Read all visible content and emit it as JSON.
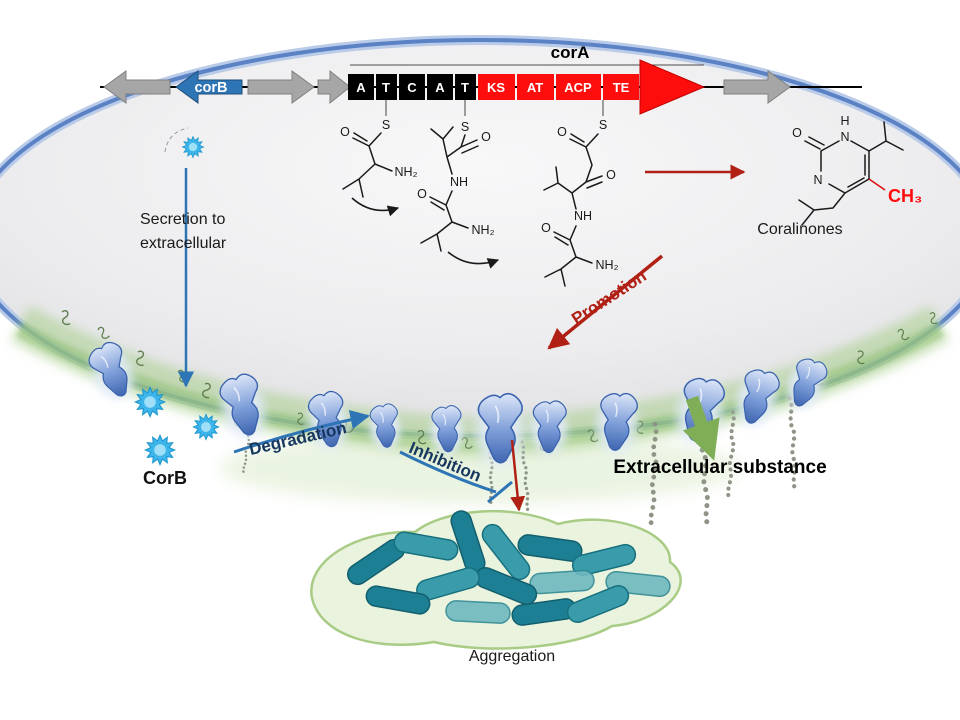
{
  "figure": {
    "gene_cluster": {
      "corA_label": "corA",
      "corB_label": "corB",
      "nrps_domains": [
        "A",
        "T",
        "C",
        "A",
        "T"
      ],
      "pks_domains": [
        "KS",
        "AT",
        "ACP",
        "TE"
      ]
    },
    "atoms": {
      "s": "S",
      "o": "O",
      "n": "N",
      "h": "H",
      "nh": "NH",
      "nh2": "NH₂",
      "ch3": "CH₃"
    },
    "labels": {
      "secretion_line1": "Secretion to",
      "secretion_line2": "extracellular",
      "corb_protein": "CorB",
      "degradation": "Degradation",
      "inhibition": "Inhibition",
      "promotion": "Promotion",
      "coralinones": "Coralinones",
      "extracellular_substance": "Extracellular substance",
      "aggregation": "Aggregation"
    },
    "colors": {
      "cell_border": "#5a82c4",
      "cell_fill": "#ececee",
      "gene_gray": "#a6a6a6",
      "gene_blue": "#2e75b6",
      "domain_black": "#000000",
      "domain_red": "#fe0d0d",
      "cora_red": "#fe0d0d",
      "dark_red": "#b02015",
      "arrow_blue": "#2e75b6",
      "label_dark_blue": "#17375e",
      "membrane_green": "#aed194",
      "protein_blue": "#4a74c4",
      "burst_cyan": "#3db5ea",
      "bacteria_teal": "#1f8296",
      "green_arrow": "#7fae57"
    }
  }
}
